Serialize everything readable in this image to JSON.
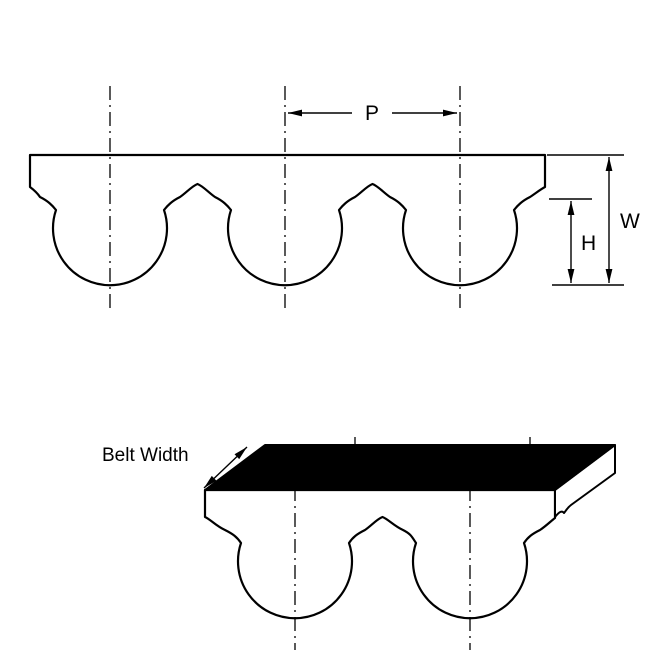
{
  "diagram": {
    "labels": {
      "pitch": "P",
      "width": "W",
      "height": "H",
      "belt_width": "Belt Width"
    },
    "colors": {
      "line": "#000000",
      "surface": "#ffffff",
      "top_face": "#000000",
      "background": "#ffffff"
    }
  }
}
